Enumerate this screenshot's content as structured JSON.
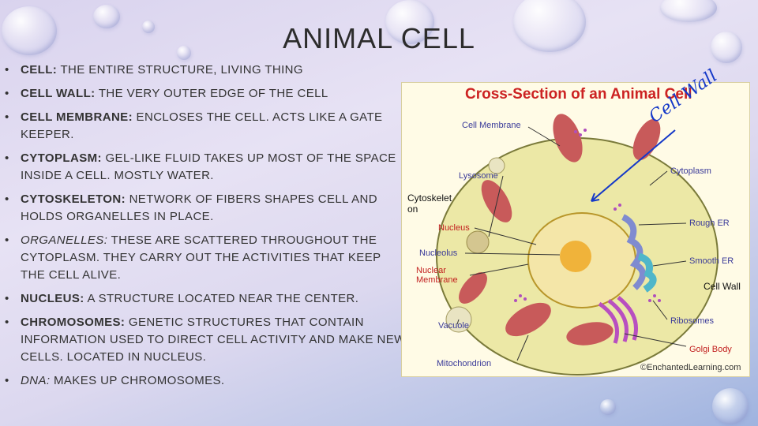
{
  "title": "ANIMAL CELL",
  "bullets": [
    {
      "term": "CELL:",
      "text": " THE ENTIRE STRUCTURE, LIVING THING"
    },
    {
      "term": "CELL WALL:",
      "text": " THE VERY OUTER EDGE OF THE CELL"
    },
    {
      "term": "CELL MEMBRANE:",
      "text": " ENCLOSES THE CELL.  ACTS LIKE A GATE KEEPER."
    },
    {
      "term": "CYTOPLASM:",
      "text": " GEL-LIKE FLUID TAKES UP MOST OF THE SPACE INSIDE A CELL.  MOSTLY WATER."
    },
    {
      "term": "CYTOSKELETON:",
      "text": " NETWORK OF FIBERS SHAPES CELL AND HOLDS ORGANELLES IN PLACE."
    },
    {
      "term": "ORGANELLES:",
      "text": " THESE ARE SCATTERED THROUGHOUT THE CYTOPLASM.  THEY CARRY OUT THE ACTIVITIES THAT KEEP THE CELL ALIVE."
    },
    {
      "term": "NUCLEUS:",
      "text": " A STRUCTURE LOCATED NEAR THE CENTER."
    },
    {
      "term": "CHROMOSOMES:",
      "text": " GENETIC STRUCTURES THAT CONTAIN INFORMATION USED TO DIRECT CELL ACTIVITY AND MAKE NEW CELLS.  LOCATED IN NUCLEUS."
    },
    {
      "term": "DNA:",
      "text": " MAKES UP CHROMOSOMES."
    }
  ],
  "figure": {
    "title": "Cross-Section of an Animal Cell",
    "labels": {
      "cell_membrane": "Cell Membrane",
      "cytoplasm": "Cytoplasm",
      "lysosome": "Lysosome",
      "rough_er": "Rough ER",
      "nucleus": "Nucleus",
      "nucleolus": "Nucleolus",
      "nuclear_membrane": "Nuclear\nMembrane",
      "smooth_er": "Smooth ER",
      "vacuole": "Vacuole",
      "ribosomes": "Ribosomes",
      "golgi_body": "Golgi Body",
      "mitochondrion": "Mitochondrion"
    },
    "credit": "©EnchantedLearning.com"
  },
  "overlays": {
    "cytoskeleton": "Cytoskelet\non",
    "cell_wall": "Cell Wall",
    "handwriting": "Cell Wall"
  },
  "colors": {
    "cell_body": "#ece8a6",
    "membrane_outline": "#7a7a3a",
    "nucleus": "#f4e6a8",
    "nucleolus": "#f0b33a",
    "mitochondria": "#c85a5a",
    "golgi": "#b84fc0",
    "rough_er": "#7f8bd0",
    "smooth_er": "#4fb6c9",
    "arrow": "#1438c8"
  }
}
